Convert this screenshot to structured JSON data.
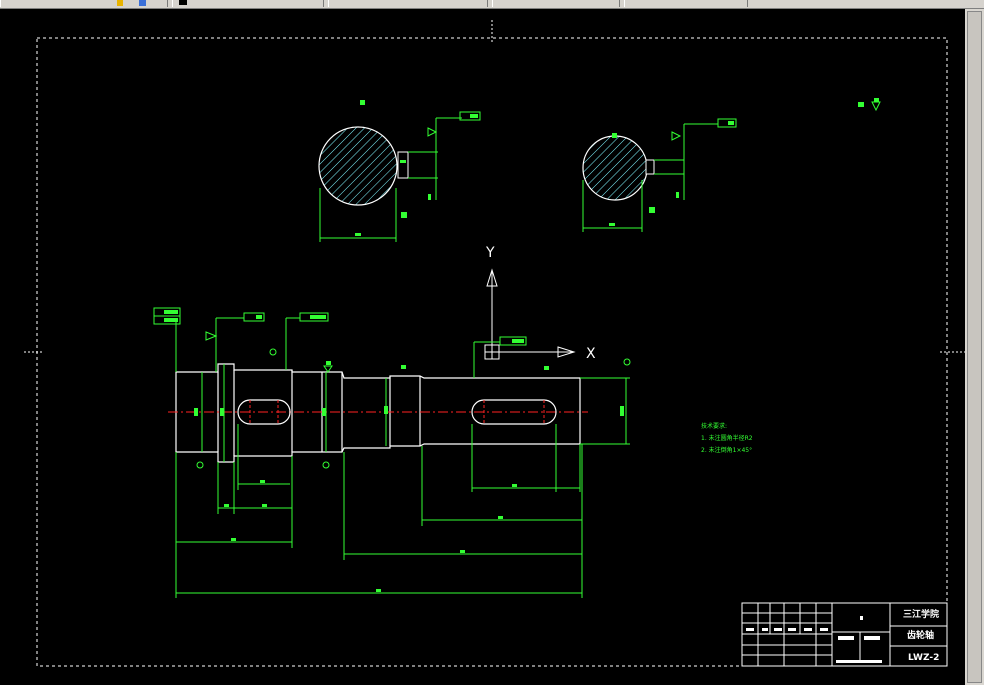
{
  "window": {
    "toolbar_segments": [
      {
        "label": "",
        "kind": "icon-group"
      },
      {
        "label": "",
        "kind": "field"
      },
      {
        "label": "",
        "kind": "field"
      },
      {
        "label": "",
        "kind": "field"
      },
      {
        "label": "",
        "kind": "field"
      }
    ]
  },
  "ucs": {
    "y_label": "Y",
    "x_label": "X"
  },
  "technical_requirements": {
    "title": "技术要求:",
    "items": [
      "1. 未注圆角半径R2",
      "2. 未注倒角1×45°"
    ]
  },
  "title_block": {
    "school": "三江学院",
    "part_name": "齿轮轴",
    "drawing_no": "LWZ-2"
  },
  "colors": {
    "background": "#000000",
    "geometry": "#ffffff",
    "dimension": "#33ff33",
    "centerline": "#ff2222",
    "hatch": "#7ff5ff"
  }
}
